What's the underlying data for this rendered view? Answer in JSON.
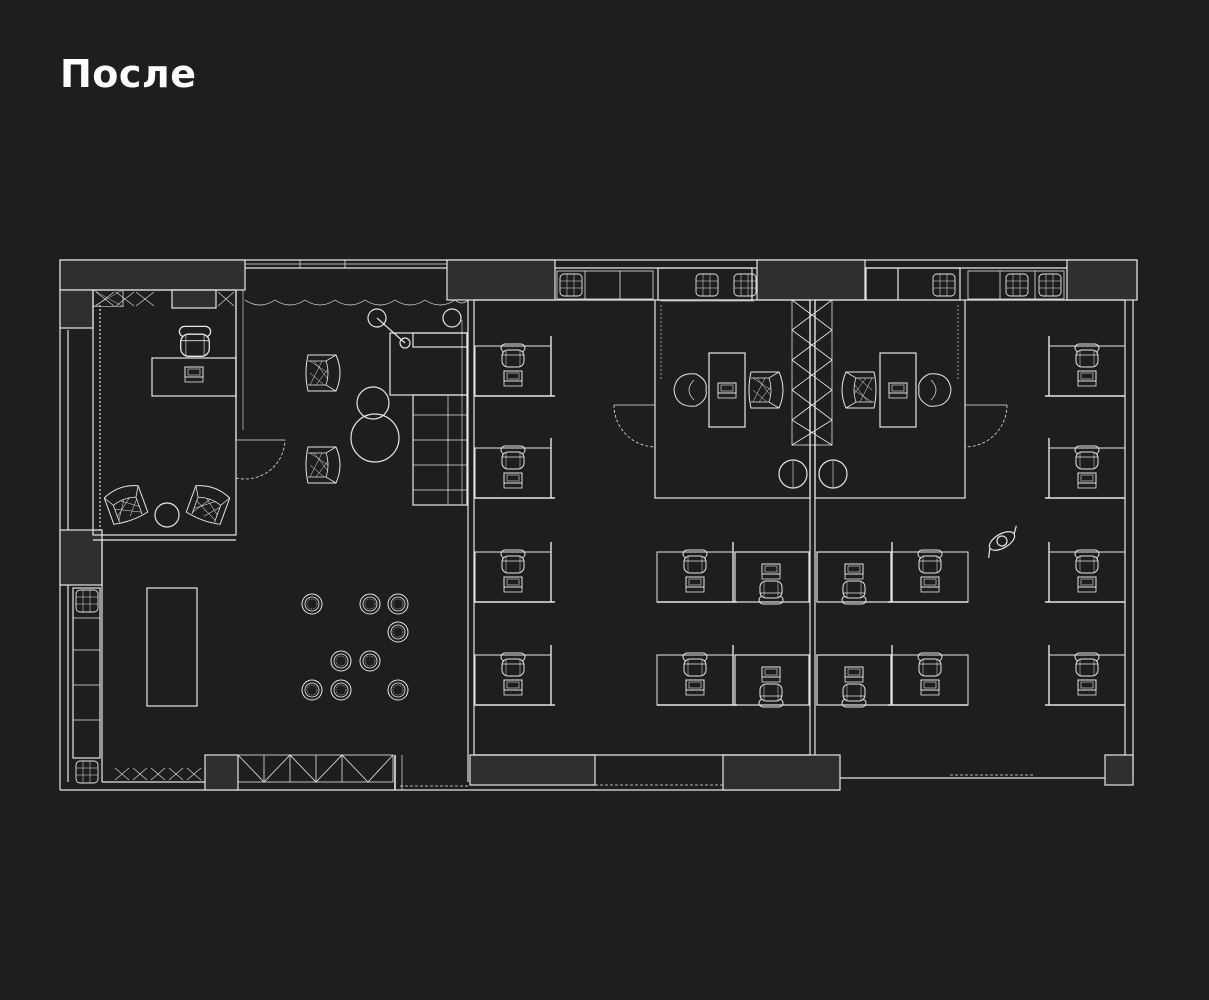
{
  "page": {
    "title": "После"
  },
  "colors": {
    "background": "#1e1e1f",
    "line": "#e6e6e6",
    "wall_fill": "#2f2f30",
    "text": "#ffffff"
  },
  "plan": {
    "rooms": [
      "director-office",
      "lounge",
      "meeting-room",
      "open-space-left",
      "open-space-right",
      "conference-room-left",
      "conference-room-right"
    ],
    "icons": [
      "armchair-icon",
      "office-chair-icon",
      "desk-icon",
      "monitor-icon",
      "sofa-icon",
      "stool-icon",
      "round-table-icon",
      "person-icon",
      "floor-lamp-icon",
      "door-icon",
      "window-icon",
      "storage-cabinet-icon"
    ]
  }
}
